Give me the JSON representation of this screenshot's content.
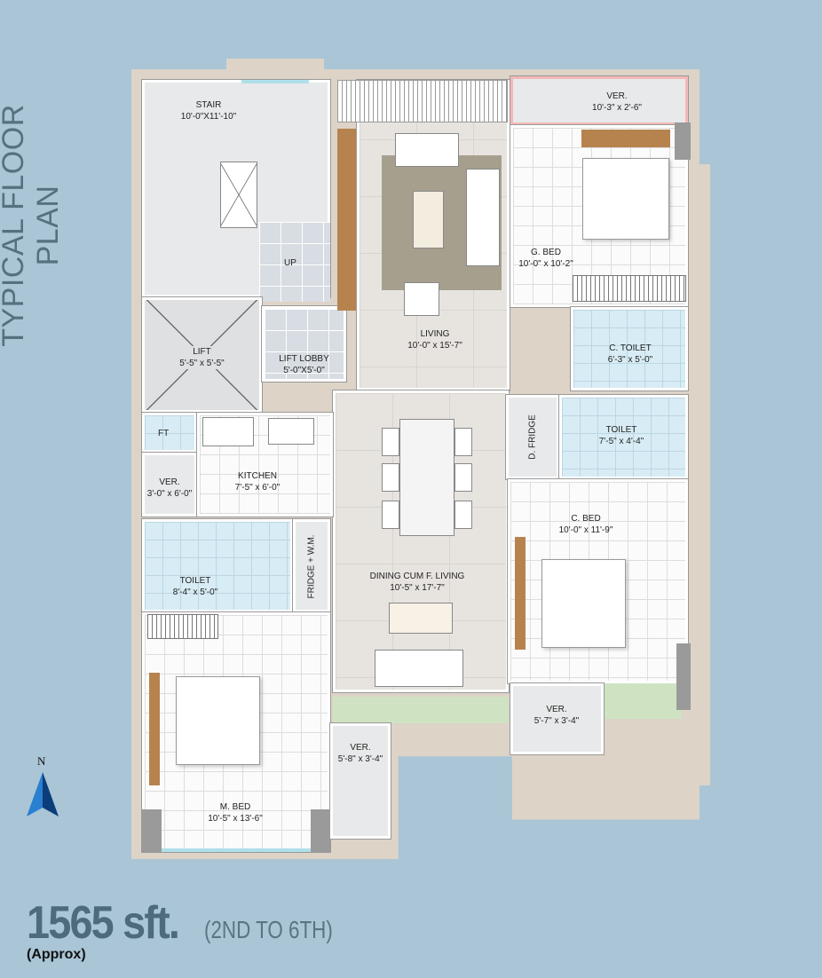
{
  "title": "TYPICAL FLOOR PLAN",
  "north_label": "N",
  "rooms": {
    "stair": {
      "name": "STAIR",
      "size": "10'-0\"X11'-10\""
    },
    "up": "UP",
    "lift": {
      "name": "LIFT",
      "size": "5'-5\" x 5'-5\""
    },
    "lift_lobby": {
      "name": "LIFT LOBBY",
      "size": "5'-0\"X5'-0\""
    },
    "living": {
      "name": "LIVING",
      "size": "10'-0\" x 15'-7\""
    },
    "ver_top": {
      "name": "VER.",
      "size": "10'-3\" x 2'-6\""
    },
    "g_bed": {
      "name": "G. BED",
      "size": "10'-0\" x 10'-2\""
    },
    "c_toilet": {
      "name": "C. TOILET",
      "size": "6'-3\" x 5'-0\""
    },
    "d_fridge": {
      "name": "D. FRIDGE"
    },
    "toilet_right": {
      "name": "TOILET",
      "size": "7'-5\" x 4'-4\""
    },
    "c_bed": {
      "name": "C. BED",
      "size": "10'-0\" x 11'-9\""
    },
    "ver_cbed": {
      "name": "VER.",
      "size": "5'-7\" x 3'-4\""
    },
    "ft": {
      "name": "FT"
    },
    "ver_kitchen": {
      "name": "VER.",
      "size": "3'-0\" x 6'-0\""
    },
    "kitchen": {
      "name": "KITCHEN",
      "size": "7'-5\" x 6'-0\""
    },
    "toilet_left": {
      "name": "TOILET",
      "size": "8'-4\" x 5'-0\""
    },
    "fridge_wm": {
      "name": "FRIDGE + W.M."
    },
    "dining": {
      "name": "DINING CUM F. LIVING",
      "size": "10'-5\" x 17'-7\""
    },
    "m_bed": {
      "name": "M. BED",
      "size": "10'-5\" x 13'-6\""
    },
    "ver_mbed": {
      "name": "VER.",
      "size": "5'-8\" x 3'-4\""
    }
  },
  "footer": {
    "area": "1565 sft.",
    "floors": "(2ND TO 6TH)",
    "approx": "(Approx)"
  }
}
